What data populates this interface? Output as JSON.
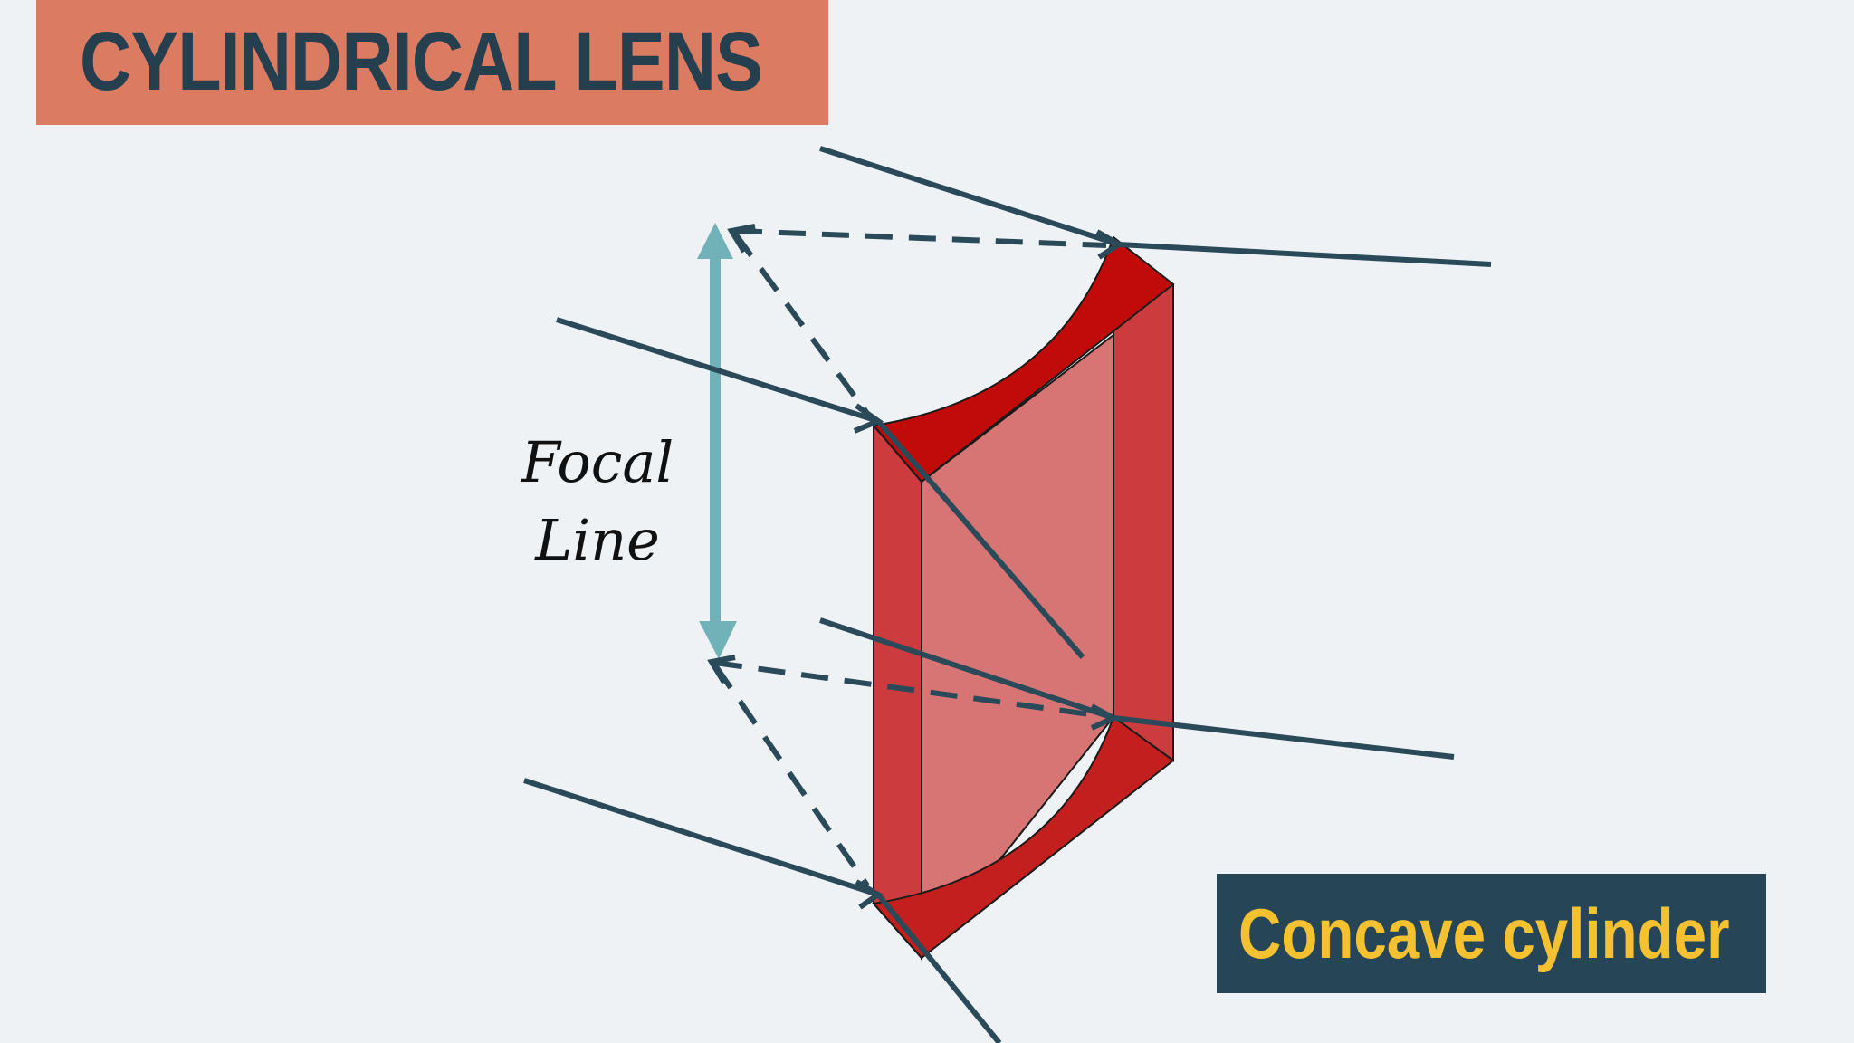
{
  "title": "CYLINDRICAL LENS",
  "subtitle": "Concave cylinder",
  "focal_label": {
    "line1": "Focal",
    "line2": "Line"
  },
  "colors": {
    "background": "#eef2f5",
    "title_banner": "#db7c62",
    "title_text": "#253f4e",
    "subtitle_box": "#264556",
    "subtitle_text": "#f6c131",
    "lens_dark": "#c10b0b",
    "lens_mid": "#cc3c3e",
    "lens_light": "#d77474",
    "ray": "#2a4a59",
    "focal_arrow": "#70b2b8"
  }
}
